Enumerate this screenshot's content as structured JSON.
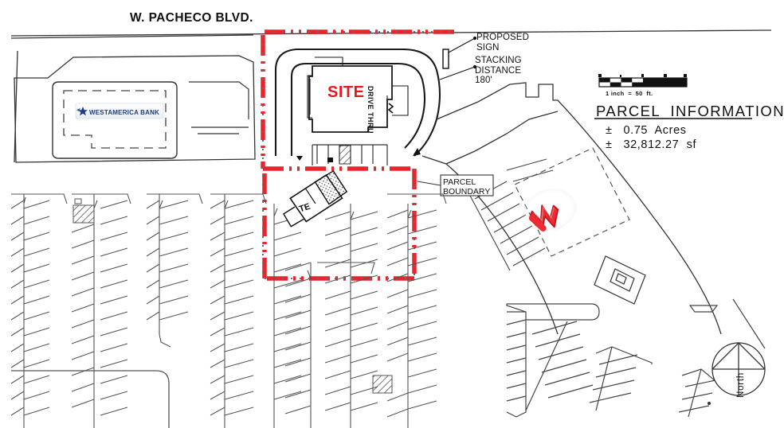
{
  "document": {
    "type": "site-plan",
    "street_name": "W. PACHECO BLVD."
  },
  "annotations": {
    "proposed_sign": "PROPOSED\nSIGN",
    "stacking_distance": "STACKING\nDISTANCE\n180'",
    "site": "SITE",
    "parcel_boundary": "PARCEL\nBOUNDARY",
    "drive_thru": "DRIVE THRU",
    "trash_enclosure": "TE"
  },
  "scale_bar": {
    "caption": "1 inch  =  50  ft.",
    "segments": 4
  },
  "parcel_information": {
    "title": "PARCEL  INFORMATION",
    "acres": "±   0.75  Acres",
    "square_feet": "±   32,812.27  sf"
  },
  "north_arrow": {
    "label": "North"
  },
  "bank": {
    "name": "WESTAMERICA BANK"
  },
  "colors": {
    "boundary_red": "#e8252c",
    "site_red": "#e11b22",
    "logo_red": "#ee2b32",
    "bank_blue": "#1b3c80",
    "line_black": "#1a1a1a",
    "line_gray": "#555555"
  }
}
